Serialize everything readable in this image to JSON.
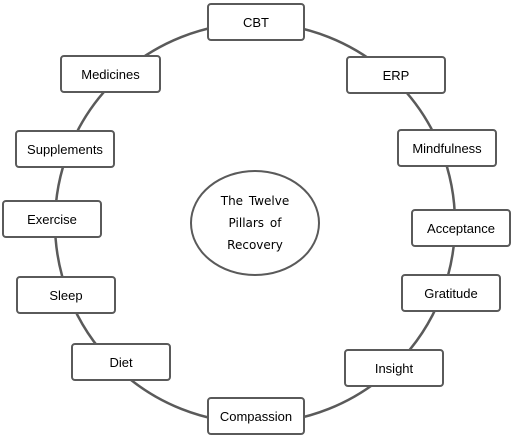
{
  "diagram": {
    "center_label": "The Twelve Pillars of Recovery",
    "pillars": [
      "CBT",
      "ERP",
      "Mindfulness",
      "Acceptance",
      "Gratitude",
      "Insight",
      "Compassion",
      "Diet",
      "Sleep",
      "Exercise",
      "Supplements",
      "Medicines"
    ]
  },
  "colors": {
    "stroke": "#5a5a5a",
    "background": "#ffffff",
    "text": "#000000"
  }
}
